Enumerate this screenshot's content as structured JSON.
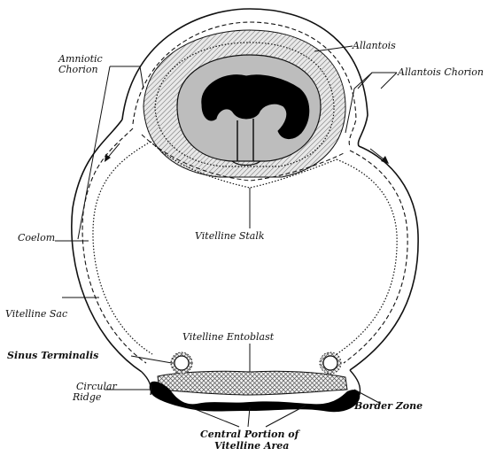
{
  "labels": {
    "amniotic_chorion_1": "Amniotic",
    "amniotic_chorion_2": "Chorion",
    "allantois": "Allantois",
    "allantois_chorion": "Allantois Chorion",
    "coelom": "Coelom",
    "vitelline_stalk": "Vitelline Stalk",
    "vitelline_sac": "Vitelline Sac",
    "vitelline_entoblast": "Vitelline Entoblast",
    "sinus_terminalis": "Sinus Terminalis",
    "circular_ridge_1": "Circular",
    "circular_ridge_2": "Ridge",
    "border_zone": "Border Zone",
    "central_portion_1": "Central Portion of",
    "central_portion_2": "Vitelline Area"
  }
}
